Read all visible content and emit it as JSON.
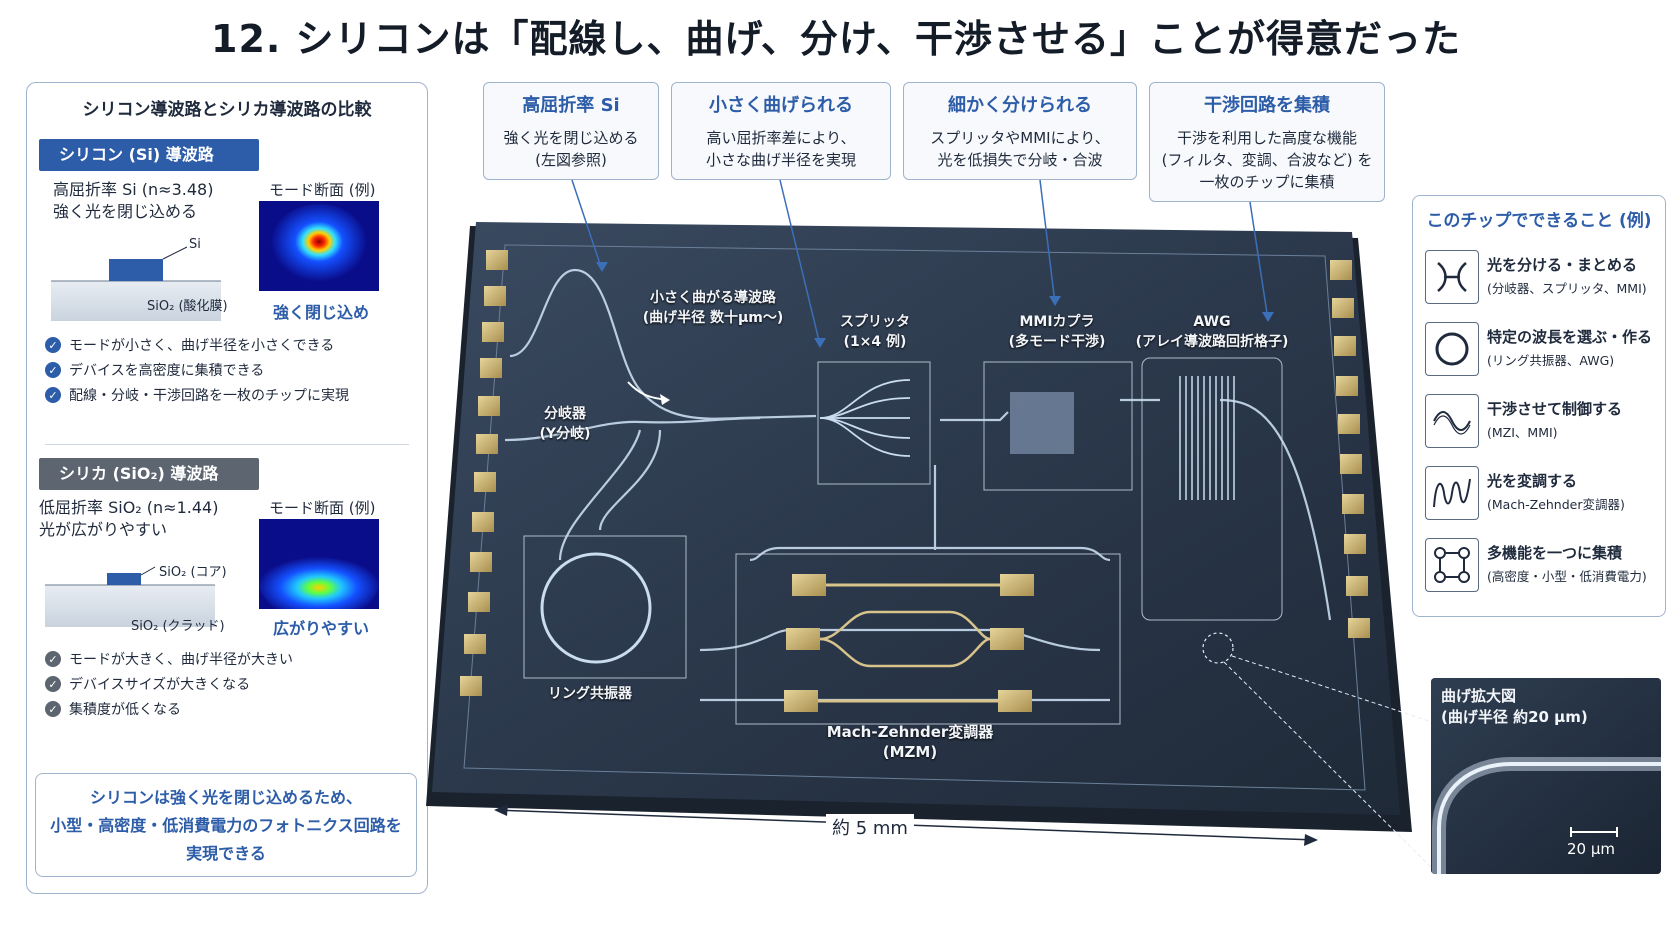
{
  "title": "12. シリコンは「配線し、曲げ、分け、干渉させる」ことが得意だった",
  "left_panel": {
    "title": "シリコン導波路とシリカ導波路の比較",
    "silicon": {
      "badge": "シリコン (Si) 導波路",
      "line1": "高屈折率 Si (n≈3.48)",
      "line2": "強く光を閉じ込める",
      "mode_label": "モード断面 (例)",
      "si_label": "Si",
      "sio2_label": "SiO₂ (酸化膜)",
      "caption": "強く閉じ込め",
      "points": [
        "モードが小さく、曲げ半径を小さくできる",
        "デバイスを高密度に集積できる",
        "配線・分岐・干渉回路を一枚のチップに実現"
      ]
    },
    "silica": {
      "badge": "シリカ (SiO₂) 導波路",
      "line1": "低屈折率 SiO₂ (n≈1.44)",
      "line2": "光が広がりやすい",
      "mode_label": "モード断面 (例)",
      "core_label": "SiO₂ (コア)",
      "clad_label": "SiO₂ (クラッド)",
      "caption": "広がりやすい",
      "points": [
        "モードが大きく、曲げ半径が大きい",
        "デバイスサイズが大きくなる",
        "集積度が低くなる"
      ]
    },
    "conclusion": [
      "シリコンは強く光を閉じ込めるため、",
      "小型・高密度・低消費電力のフォトニクス回路を",
      "実現できる"
    ]
  },
  "callouts": [
    {
      "title": "高屈折率 Si",
      "lines": [
        "強く光を閉じ込める",
        "(左図参照)"
      ]
    },
    {
      "title": "小さく曲げられる",
      "lines": [
        "高い屈折率差により、",
        "小さな曲げ半径を実現"
      ]
    },
    {
      "title": "細かく分けられる",
      "lines": [
        "スプリッタやMMIにより、",
        "光を低損失で分岐・合波"
      ]
    },
    {
      "title": "干渉回路を集積",
      "lines": [
        "干渉を利用した高度な機能",
        "(フィルタ、変調、合波など) を",
        "一枚のチップに集積"
      ]
    }
  ],
  "chip_labels": {
    "bend": [
      "小さく曲がる導波路",
      "(曲げ半径 数十μm〜)"
    ],
    "ybranch": [
      "分岐器",
      "(Y分岐)"
    ],
    "splitter": [
      "スプリッタ",
      "(1×4 例)"
    ],
    "mmi": [
      "MMIカプラ",
      "(多モード干渉)"
    ],
    "awg": [
      "AWG",
      "(アレイ導波路回折格子)"
    ],
    "ring": "リング共振器",
    "mzm": [
      "Mach-Zehnder変調器",
      "(MZM)"
    ]
  },
  "dimension": "約 5 mm",
  "right_panel": {
    "title": "このチップでできること (例)",
    "items": [
      {
        "icon": "split-merge-icon",
        "title": "光を分ける・まとめる",
        "sub": "(分岐器、スプリッタ、MMI)"
      },
      {
        "icon": "ring-icon",
        "title": "特定の波長を選ぶ・作る",
        "sub": "(リング共振器、AWG)"
      },
      {
        "icon": "wave-icon",
        "title": "干渉させて制御する",
        "sub": "(MZI、MMI)"
      },
      {
        "icon": "modulation-icon",
        "title": "光を変調する",
        "sub": "(Mach-Zehnder変調器)"
      },
      {
        "icon": "integration-icon",
        "title": "多機能を一つに集積",
        "sub": "(高密度・小型・低消費電力)"
      }
    ]
  },
  "zoom": {
    "title": [
      "曲げ拡大図",
      "(曲げ半径 約20 μm)"
    ],
    "scale": "20 μm"
  }
}
